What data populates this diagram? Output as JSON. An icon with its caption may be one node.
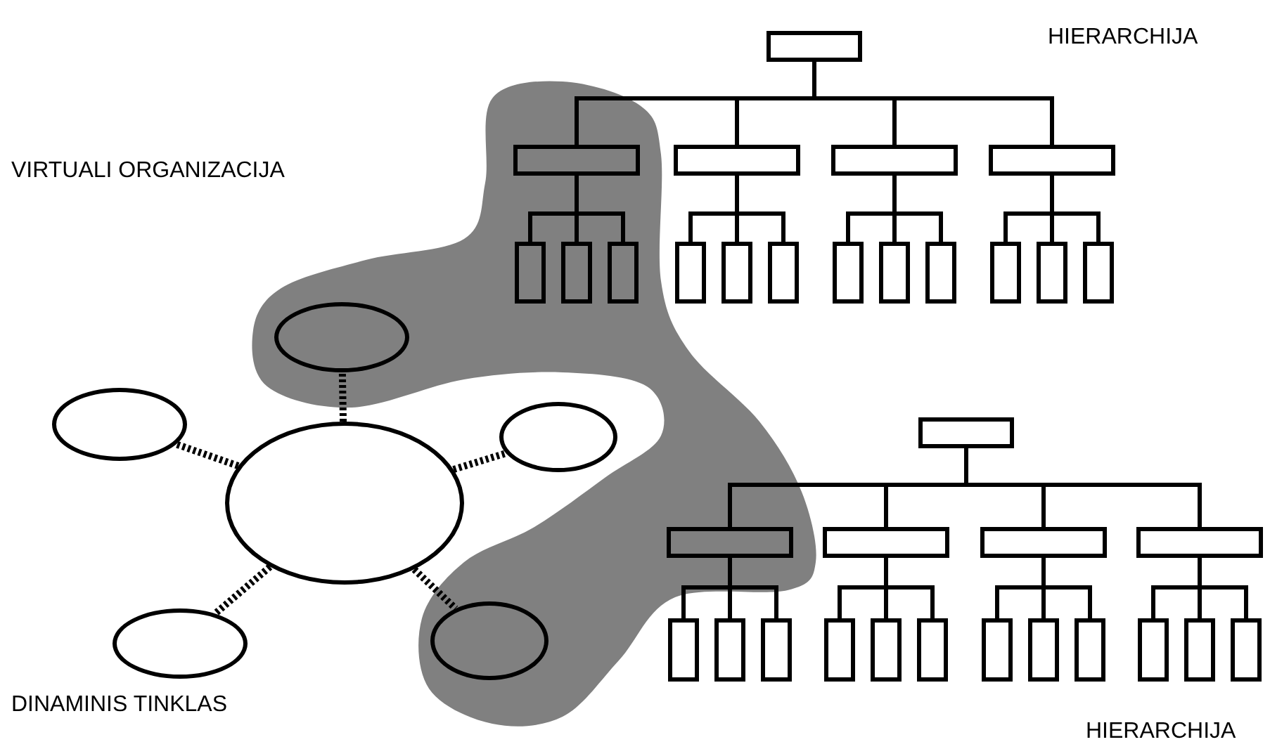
{
  "diagram": {
    "nodes": [
      {
        "text": [],
        "shape": "box"
      },
      {
        "text": [],
        "shape": "box"
      },
      {
        "text": [],
        "shape": "box"
      },
      {
        "text": [],
        "shape": "box"
      },
      {
        "text": [],
        "shape": "box"
      },
      {
        "text": [],
        "shape": "box"
      },
      {
        "text": [],
        "shape": "box"
      },
      {
        "text": [],
        "shape": "box"
      },
      {
        "text": [],
        "shape": "box"
      },
      {
        "text": [],
        "shape": "box"
      },
      {
        "text": [],
        "shape": "box"
      },
      {
        "text": [],
        "shape": "box"
      },
      {
        "text": [],
        "shape": "box"
      },
      {
        "text": [],
        "shape": "box"
      },
      {
        "text": [],
        "shape": "box"
      },
      {
        "text": [],
        "shape": "box"
      },
      {
        "text": [],
        "shape": "box"
      },
      {
        "text": [],
        "shape": "ellipse"
      },
      {
        "text": [],
        "shape": "ellipse"
      },
      {
        "text": [],
        "shape": "ellipse"
      },
      {
        "text": [],
        "shape": "ellipse"
      },
      {
        "text": [],
        "shape": "ellipse"
      },
      {
        "text": [],
        "shape": "ellipse"
      },
      {
        "text": [],
        "shape": "box"
      },
      {
        "text": [],
        "shape": "box"
      },
      {
        "text": [],
        "shape": "box"
      },
      {
        "text": [],
        "shape": "box"
      },
      {
        "text": [],
        "shape": "box"
      },
      {
        "text": [],
        "shape": "box"
      },
      {
        "text": [],
        "shape": "box"
      },
      {
        "text": [],
        "shape": "box"
      },
      {
        "text": [],
        "shape": "box"
      },
      {
        "text": [],
        "shape": "box"
      },
      {
        "text": [],
        "shape": "box"
      },
      {
        "text": [],
        "shape": "box"
      },
      {
        "text": [],
        "shape": "box"
      },
      {
        "text": [],
        "shape": "box"
      },
      {
        "text": [],
        "shape": "box"
      },
      {
        "text": [],
        "shape": "box"
      },
      {
        "text": [],
        "shape": "box"
      }
    ],
    "edges": [
      {
        "from": 0,
        "to": 1,
        "arrow": "none"
      },
      {
        "from": 0,
        "to": 2,
        "arrow": "none"
      },
      {
        "from": 0,
        "to": 3,
        "arrow": "none"
      },
      {
        "from": 0,
        "to": 4,
        "arrow": "none"
      },
      {
        "from": 1,
        "to": 5,
        "arrow": "none"
      },
      {
        "from": 1,
        "to": 6,
        "arrow": "none"
      },
      {
        "from": 1,
        "to": 7,
        "arrow": "none"
      },
      {
        "from": 2,
        "to": 8,
        "arrow": "none"
      },
      {
        "from": 2,
        "to": 9,
        "arrow": "none"
      },
      {
        "from": 2,
        "to": 10,
        "arrow": "none"
      },
      {
        "from": 3,
        "to": 11,
        "arrow": "none"
      },
      {
        "from": 3,
        "to": 12,
        "arrow": "none"
      },
      {
        "from": 3,
        "to": 13,
        "arrow": "none"
      },
      {
        "from": 4,
        "to": 14,
        "arrow": "none"
      },
      {
        "from": 4,
        "to": 15,
        "arrow": "none"
      },
      {
        "from": 4,
        "to": 16,
        "arrow": "none"
      },
      {
        "from": 20,
        "to": 17,
        "arrow": "none",
        "style": "dashed"
      },
      {
        "from": 20,
        "to": 18,
        "arrow": "none",
        "style": "dashed"
      },
      {
        "from": 20,
        "to": 19,
        "arrow": "none",
        "style": "dashed"
      },
      {
        "from": 20,
        "to": 21,
        "arrow": "none",
        "style": "dashed"
      },
      {
        "from": 20,
        "to": 22,
        "arrow": "none",
        "style": "dashed"
      },
      {
        "from": 23,
        "to": 24,
        "arrow": "none"
      },
      {
        "from": 23,
        "to": 25,
        "arrow": "none"
      },
      {
        "from": 23,
        "to": 26,
        "arrow": "none"
      },
      {
        "from": 23,
        "to": 27,
        "arrow": "none"
      },
      {
        "from": 24,
        "to": 28,
        "arrow": "none"
      },
      {
        "from": 24,
        "to": 29,
        "arrow": "none"
      },
      {
        "from": 24,
        "to": 30,
        "arrow": "none"
      },
      {
        "from": 25,
        "to": 31,
        "arrow": "none"
      },
      {
        "from": 25,
        "to": 32,
        "arrow": "none"
      },
      {
        "from": 25,
        "to": 33,
        "arrow": "none"
      },
      {
        "from": 26,
        "to": 34,
        "arrow": "none"
      },
      {
        "from": 26,
        "to": 35,
        "arrow": "none"
      },
      {
        "from": 26,
        "to": 36,
        "arrow": "none"
      },
      {
        "from": 27,
        "to": 37,
        "arrow": "none"
      },
      {
        "from": 27,
        "to": 38,
        "arrow": "none"
      },
      {
        "from": 27,
        "to": 39,
        "arrow": "none"
      }
    ],
    "labels": [
      "HIERARCHIJA",
      "VIRTUALI ORGANIZACIJA",
      "DINAMINIS TINKLAS",
      "HIERARCHIJA"
    ]
  }
}
